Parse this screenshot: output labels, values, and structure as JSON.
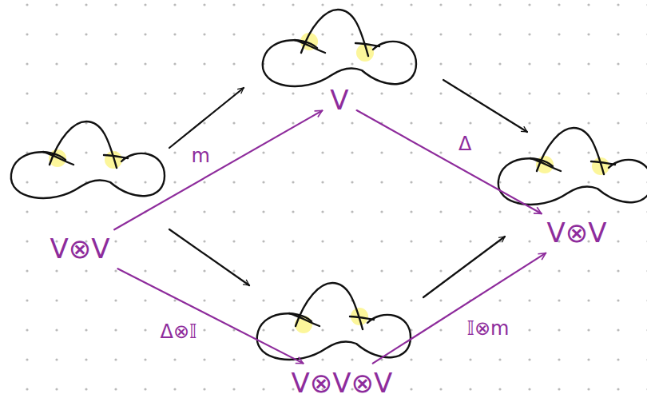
{
  "diagram": {
    "nodes": [
      {
        "text": [
          "V⊗V"
        ]
      },
      {
        "text": [
          "V"
        ]
      },
      {
        "text": [
          "V⊗V⊗V"
        ]
      },
      {
        "text": [
          "V⊗V"
        ]
      }
    ],
    "edges": [
      {
        "from": 0,
        "to": 1,
        "arrow": "to",
        "label": "m"
      },
      {
        "from": 1,
        "to": 3,
        "arrow": "to",
        "label": "Δ"
      },
      {
        "from": 0,
        "to": 2,
        "arrow": "to",
        "label": "Δ⊗𝕀"
      },
      {
        "from": 2,
        "to": 3,
        "arrow": "to",
        "label": "𝕀⊗m"
      }
    ]
  }
}
